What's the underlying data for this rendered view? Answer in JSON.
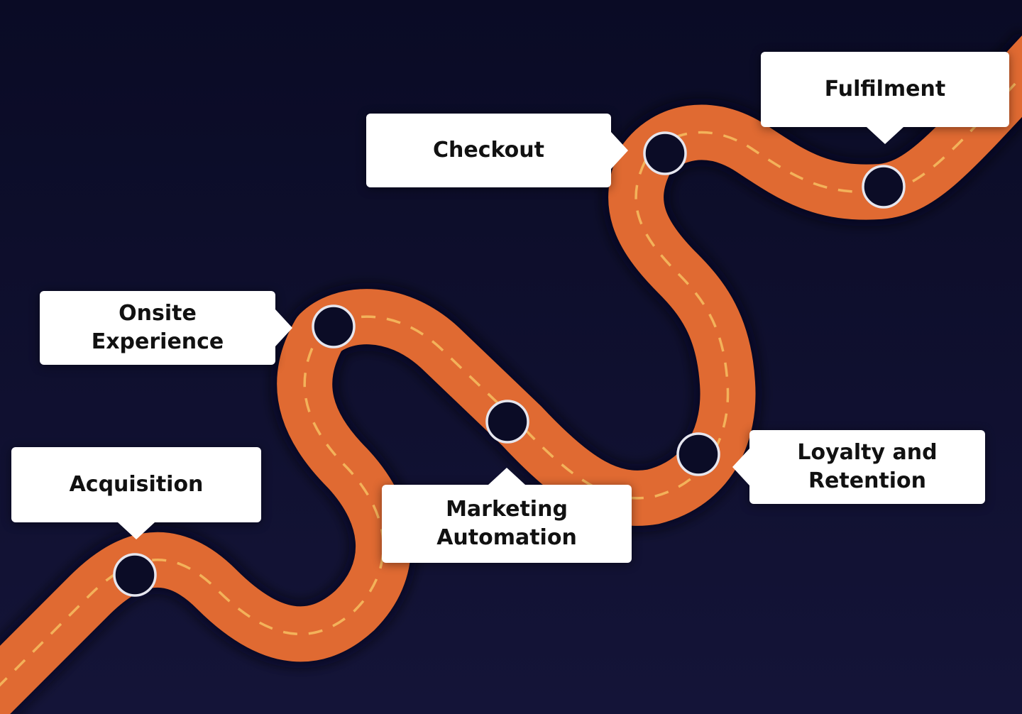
{
  "colors": {
    "background_top": "#0a0b25",
    "background_bottom": "#141438",
    "road": "#e06a32",
    "road_dash": "#f3b25a",
    "marker_fill": "#0b0c26",
    "marker_ring": "#e6e6ee",
    "callout": "#ffffff",
    "text": "#111111"
  },
  "stages": [
    {
      "id": "acquisition",
      "label": "Acquisition"
    },
    {
      "id": "onsite",
      "label": "Onsite\nExperience"
    },
    {
      "id": "marketing",
      "label": "Marketing\nAutomation"
    },
    {
      "id": "loyalty",
      "label": "Loyalty and\nRetention"
    },
    {
      "id": "checkout",
      "label": "Checkout"
    },
    {
      "id": "fulfilment",
      "label": "Fulfilment"
    }
  ]
}
